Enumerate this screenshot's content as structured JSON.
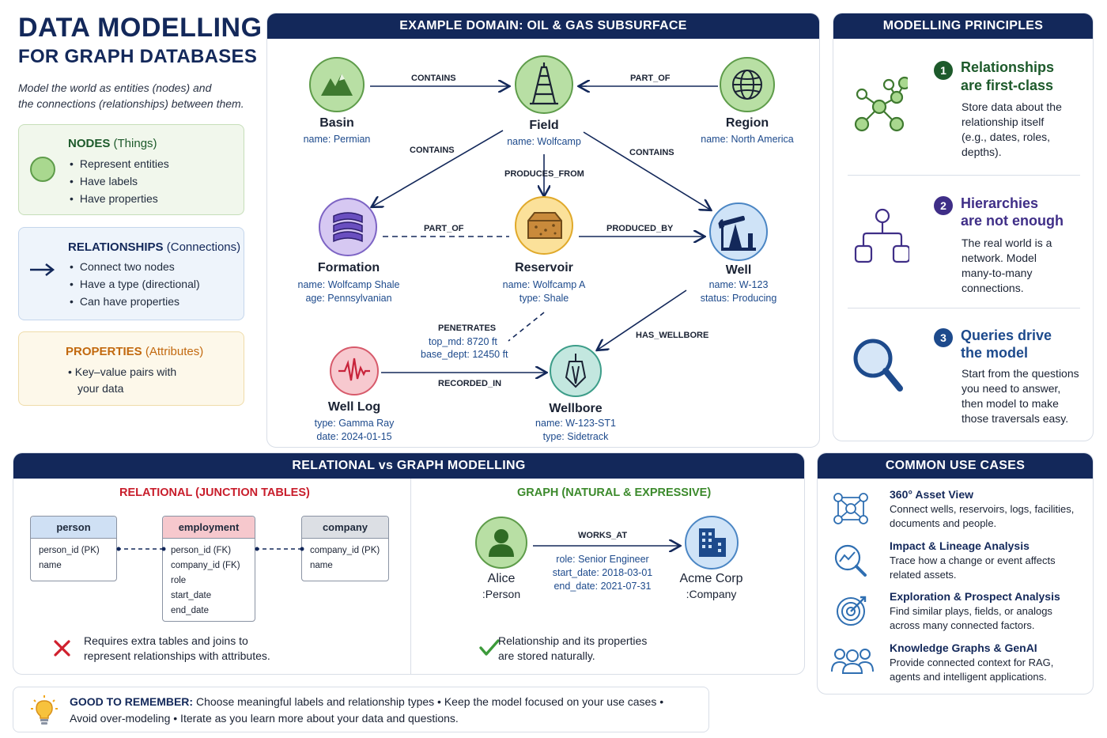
{
  "header": {
    "title_line1": "DATA MODELLING",
    "title_line2": "FOR GRAPH DATABASES",
    "intro_line1": "Model the world as entities (nodes) and",
    "intro_line2": "the connections (relationships) between them."
  },
  "legend": {
    "nodes": {
      "title": "NODES",
      "subtitle": "(Things)",
      "items": [
        "Represent entities",
        "Have labels",
        "Have properties"
      ]
    },
    "relationships": {
      "title": "RELATIONSHIPS",
      "subtitle": "(Connections)",
      "items": [
        "Connect two nodes",
        "Have a type (directional)",
        "Can have properties"
      ]
    },
    "properties": {
      "title": "PROPERTIES",
      "subtitle": "(Attributes)",
      "items_line1": "Key–value pairs with",
      "items_line2": "your data"
    }
  },
  "domain": {
    "title": "EXAMPLE DOMAIN: OIL & GAS SUBSURFACE",
    "nodes": {
      "basin": {
        "name": "Basin",
        "props": [
          "name: Permian"
        ],
        "icon": "mountain-icon",
        "color": "#8cc47a"
      },
      "field": {
        "name": "Field",
        "props": [
          "name: Wolfcamp"
        ],
        "icon": "oil-derrick-icon",
        "color": "#8cc47a"
      },
      "region": {
        "name": "Region",
        "props": [
          "name: North America"
        ],
        "icon": "globe-icon",
        "color": "#8cc47a"
      },
      "formation": {
        "name": "Formation",
        "props": [
          "name: Wolfcamp Shale",
          "age: Pennsylvanian"
        ],
        "icon": "layers-icon",
        "color": "#9b82d6"
      },
      "reservoir": {
        "name": "Reservoir",
        "props": [
          "name: Wolfcamp A",
          "type: Shale"
        ],
        "icon": "rock-icon",
        "color": "#f2c44e"
      },
      "well": {
        "name": "Well",
        "props": [
          "name: W-123",
          "status: Producing"
        ],
        "icon": "pumpjack-icon",
        "color": "#7ab3e0"
      },
      "welllog": {
        "name": "Well Log",
        "props": [
          "type: Gamma Ray",
          "date: 2024-01-15"
        ],
        "icon": "waveform-icon",
        "color": "#ec8c98"
      },
      "wellbore": {
        "name": "Wellbore",
        "props": [
          "name: W-123-ST1",
          "type: Sidetrack"
        ],
        "icon": "drill-bit-icon",
        "color": "#7fc7ba"
      }
    },
    "edges": {
      "contains_basin_field": "CONTAINS",
      "part_of_field_region": "PART_OF",
      "contains_field_formation": "CONTAINS",
      "contains_field_well": "CONTAINS",
      "produces_from": "PRODUCES_FROM",
      "part_of_formation": "PART_OF",
      "produced_by": "PRODUCED_BY",
      "penetrates": "PENETRATES",
      "penetrates_top": "top_md: 8720 ft",
      "penetrates_base": "base_dept: 12450 ft",
      "has_wellbore": "HAS_WELLBORE",
      "recorded_in": "RECORDED_IN"
    }
  },
  "principles": {
    "title": "MODELLING PRINCIPLES",
    "items": [
      {
        "number": "1",
        "title_line1": "Relationships",
        "title_line2": "are first-class",
        "body": [
          "Store data about the",
          "relationship itself",
          "(e.g., dates, roles,",
          "depths)."
        ]
      },
      {
        "number": "2",
        "title_line1": "Hierarchies",
        "title_line2": "are not enough",
        "body": [
          "The real world is a",
          "network. Model",
          "many-to-many",
          "connections."
        ]
      },
      {
        "number": "3",
        "title_line1": "Queries drive",
        "title_line2": "the model",
        "body": [
          "Start from the questions",
          "you need to answer,",
          "then model to make",
          "those traversals easy."
        ]
      }
    ]
  },
  "comparison": {
    "title": "RELATIONAL vs GRAPH MODELLING",
    "relational": {
      "title": "RELATIONAL (JUNCTION TABLES)",
      "tables": [
        {
          "name": "person",
          "rows": [
            "person_id (PK)",
            "name"
          ]
        },
        {
          "name": "employment",
          "rows": [
            "person_id (FK)",
            "company_id (FK)",
            "role",
            "start_date",
            "end_date"
          ]
        },
        {
          "name": "company",
          "rows": [
            "company_id (PK)",
            "name"
          ]
        }
      ],
      "verdict_line1": "Requires extra tables and joins to",
      "verdict_line2": "represent relationships with attributes."
    },
    "graph": {
      "title": "GRAPH (NATURAL & EXPRESSIVE)",
      "alice_name": "Alice",
      "alice_label": ":Person",
      "acme_name": "Acme Corp",
      "acme_label": ":Company",
      "edge": "WORKS_AT",
      "edge_props": [
        "role: Senior Engineer",
        "start_date: 2018-03-01",
        "end_date: 2021-07-31"
      ],
      "verdict_line1": "Relationship and its properties",
      "verdict_line2": "are stored naturally."
    }
  },
  "use_cases": {
    "title": "COMMON USE CASES",
    "items": [
      {
        "title": "360° Asset View",
        "body": [
          "Connect wells, reservoirs, logs, facilities,",
          "documents and people."
        ],
        "icon": "network-icon"
      },
      {
        "title": "Impact & Lineage Analysis",
        "body": [
          "Trace how a change or event affects",
          "related assets."
        ],
        "icon": "trend-magnifier-icon"
      },
      {
        "title": "Exploration & Prospect Analysis",
        "body": [
          "Find similar plays, fields, or analogs",
          "across many connected factors."
        ],
        "icon": "target-icon"
      },
      {
        "title": "Knowledge Graphs & GenAI",
        "body": [
          "Provide connected context for RAG,",
          "agents and intelligent applications."
        ],
        "icon": "people-icon"
      }
    ]
  },
  "tip": {
    "label": "GOOD TO REMEMBER:",
    "line1": "Choose meaningful labels and relationship types • Keep the model focused on your use cases •",
    "line2": "Avoid over-modeling • Iterate as you learn more about your data and questions."
  }
}
